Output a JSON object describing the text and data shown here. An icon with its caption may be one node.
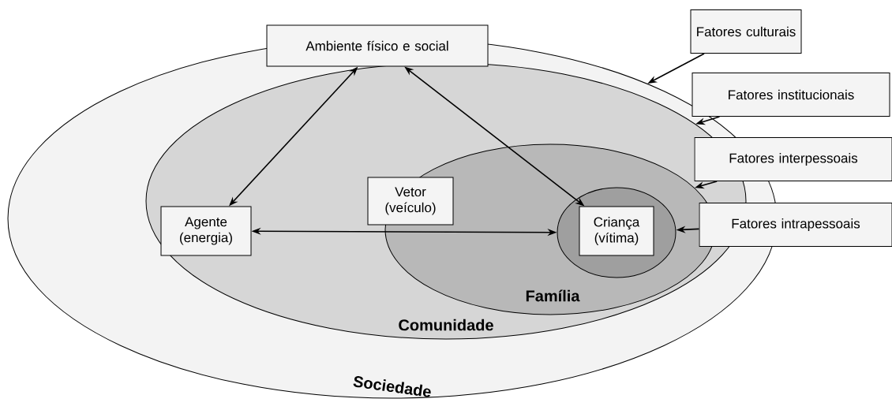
{
  "diagram": {
    "nodes": [
      {
        "text": [
          "Sociedade"
        ]
      },
      {
        "text": [
          "Comunidade"
        ],
        "in": 0
      },
      {
        "text": [
          "Família"
        ],
        "in": 1
      },
      {
        "text": [],
        "shape": "circle",
        "in": 2
      },
      {
        "text": [
          "Criança (vítima)"
        ],
        "in": 3
      },
      {
        "text": [
          "Ambiente físico e social"
        ]
      },
      {
        "text": [
          "Agente (energia)"
        ],
        "in": 1
      },
      {
        "text": [
          "Vetor (veículo)"
        ],
        "in": 1
      },
      {
        "text": [
          "Fatores culturais"
        ]
      },
      {
        "text": [
          "Fatores institucionais"
        ]
      },
      {
        "text": [
          "Fatores interpessoais"
        ]
      },
      {
        "text": [
          "Fatores intrapessoais"
        ]
      }
    ],
    "edges": [
      {
        "from": 5,
        "to": 6,
        "arrow": "both"
      },
      {
        "from": 5,
        "to": 4,
        "arrow": "both"
      },
      {
        "from": 6,
        "to": 3,
        "arrow": "both"
      },
      {
        "from": 8,
        "to": 0,
        "arrow": "to"
      },
      {
        "from": 9,
        "to": 1,
        "arrow": "to"
      },
      {
        "from": 10,
        "to": 2,
        "arrow": "to"
      },
      {
        "from": 11,
        "to": 3,
        "arrow": "to"
      }
    ]
  }
}
